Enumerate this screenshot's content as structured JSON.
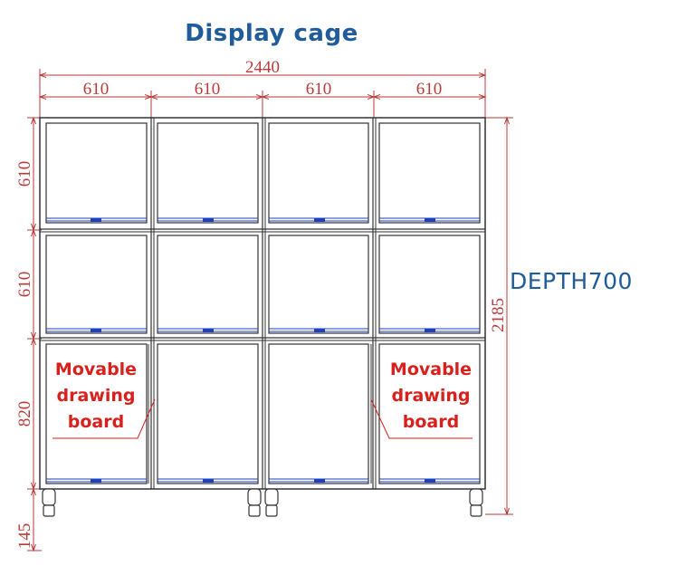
{
  "title": "Display cage",
  "depth_label": "DEPTH700",
  "dimensions": {
    "overall_width": "2440",
    "column_widths": [
      "610",
      "610",
      "610",
      "610"
    ],
    "row_heights": [
      "610",
      "610",
      "820"
    ],
    "leg_height": "145",
    "overall_height": "2185"
  },
  "notes": {
    "left": [
      "Movable",
      "drawing",
      "board"
    ],
    "right": [
      "Movable",
      "drawing",
      "board"
    ]
  },
  "colors": {
    "title": "#1f5c99",
    "dimension": "#b83a3a",
    "note": "#d8201c",
    "frame": "#333333",
    "tray": "#1f3fbf"
  }
}
